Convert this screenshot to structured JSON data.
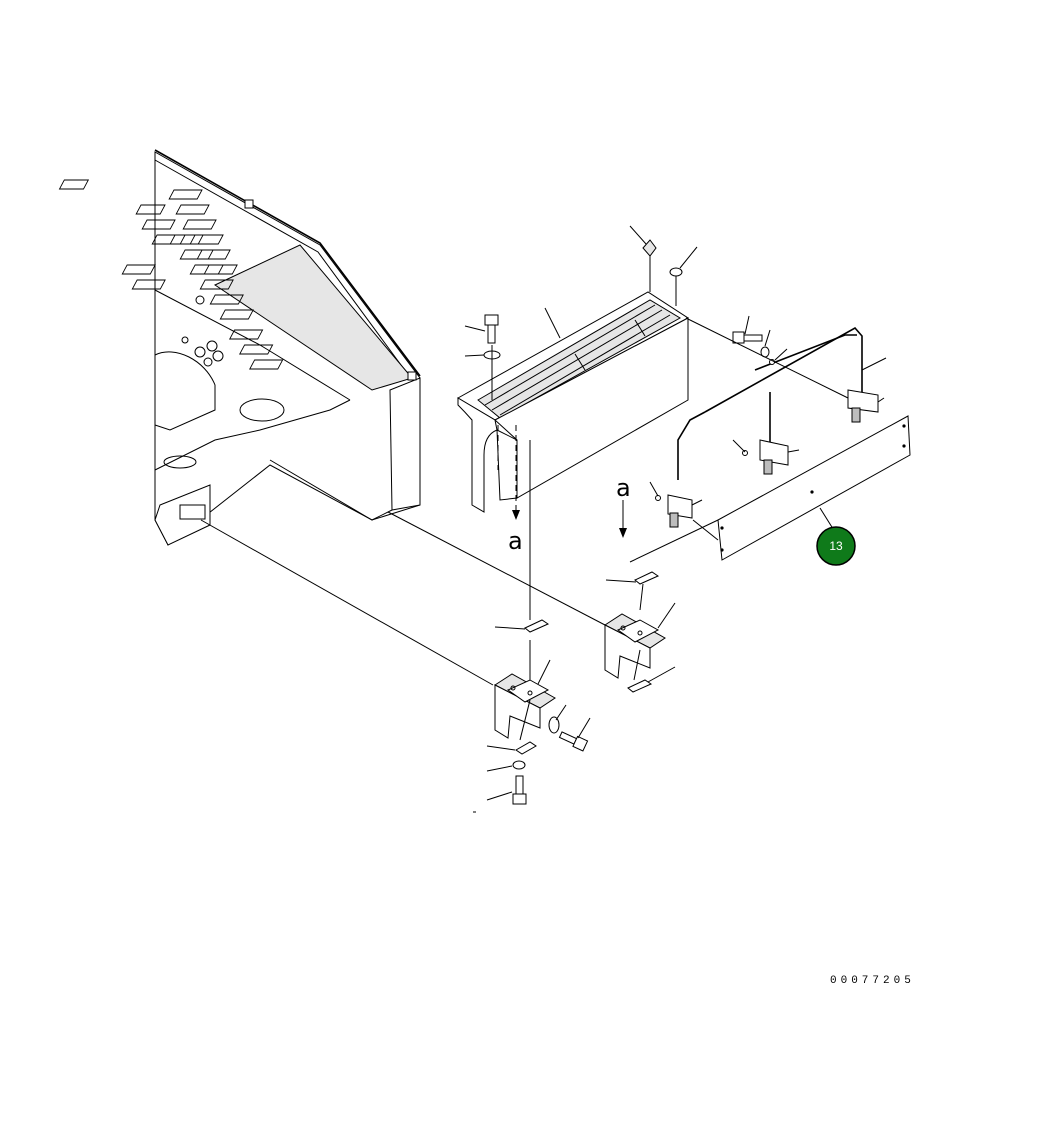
{
  "diagram": {
    "callout": {
      "label": "13",
      "fill": "#0f7a1a",
      "ring": "#000000"
    },
    "view_labels": [
      "a",
      "a"
    ],
    "drawing_number": "00077205"
  }
}
